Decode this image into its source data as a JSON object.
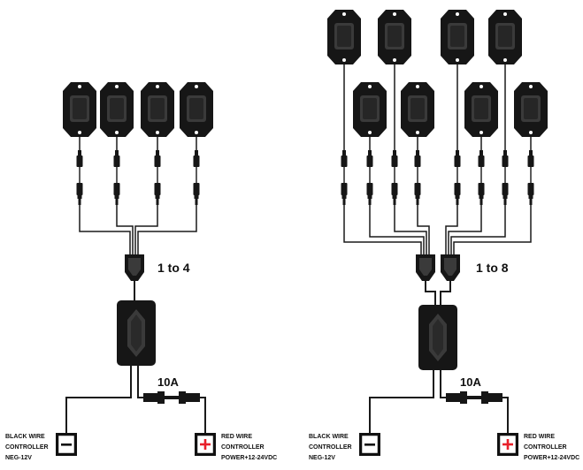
{
  "colors": {
    "body": "#161616",
    "lens": "#3a3a3a",
    "wire": "#1a1a1a",
    "negative": "#111111",
    "positive": "#e8202a"
  },
  "diagrams": [
    {
      "id": "kit-4",
      "pod_count": 4,
      "splitter_label": "1 to 4",
      "fuse_label": "10A",
      "negative": {
        "symbol": "−",
        "lines": [
          "BLACK WIRE",
          "CONTROLLER",
          "NEG-12V"
        ]
      },
      "positive": {
        "symbol": "+",
        "lines": [
          "RED WIRE",
          "CONTROLLER",
          "POWER+12-24VDC"
        ]
      }
    },
    {
      "id": "kit-8",
      "pod_count": 8,
      "splitter_label": "1 to 8",
      "fuse_label": "10A",
      "negative": {
        "symbol": "−",
        "lines": [
          "BLACK WIRE",
          "CONTROLLER",
          "NEG-12V"
        ]
      },
      "positive": {
        "symbol": "+",
        "lines": [
          "RED WIRE",
          "CONTROLLER",
          "POWER+12-24VDC"
        ]
      }
    }
  ]
}
